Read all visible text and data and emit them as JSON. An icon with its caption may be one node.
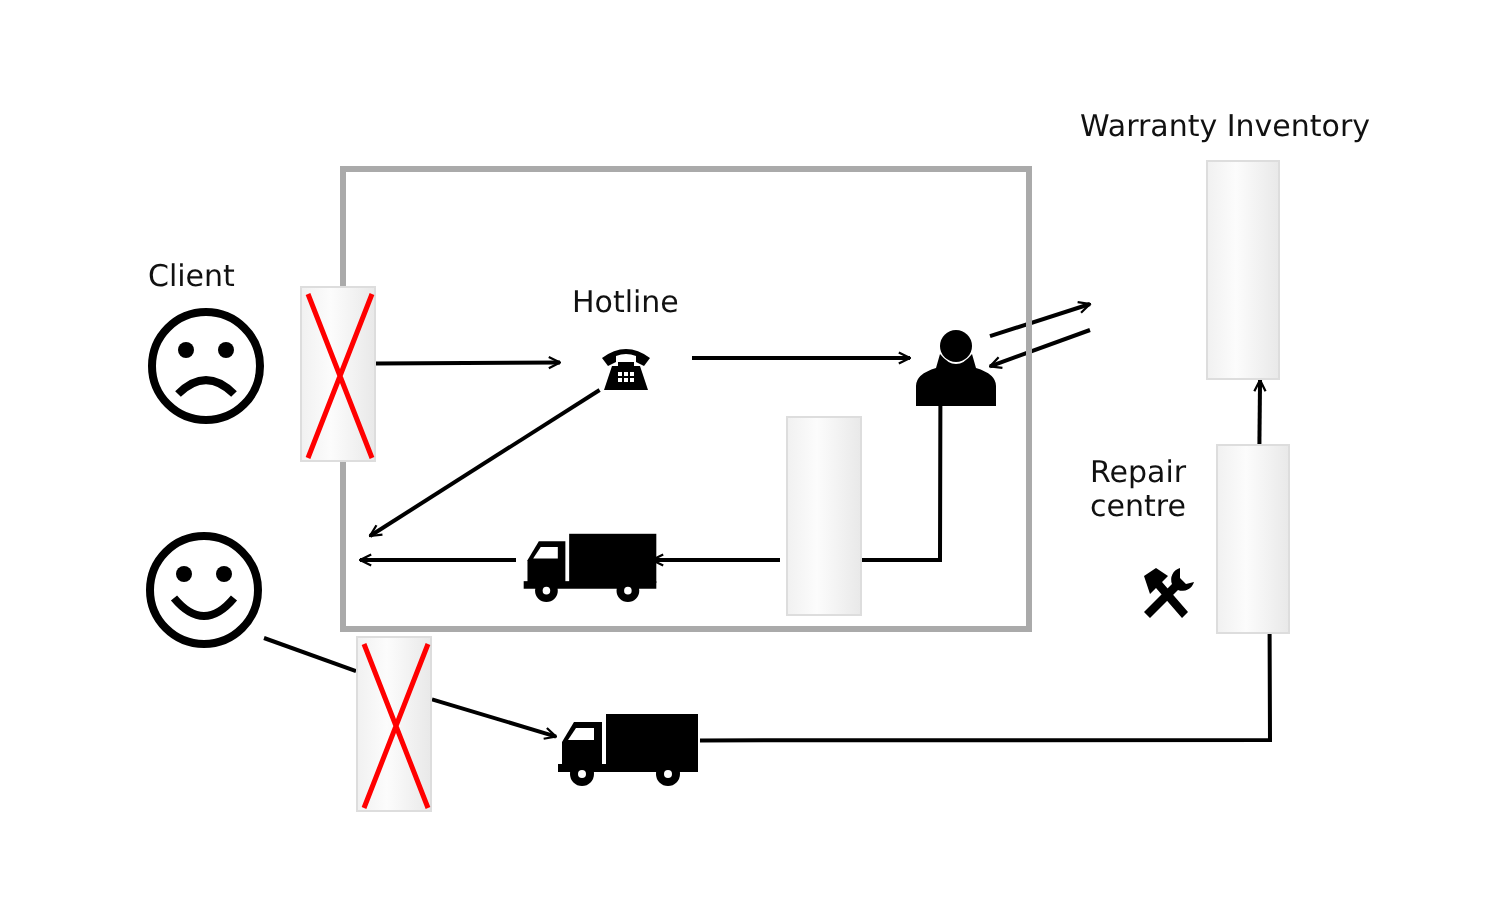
{
  "diagram": {
    "nodes": [
      {
        "text": [
          "Client"
        ]
      },
      {
        "text": [],
        "shape": "box"
      },
      {
        "text": [],
        "shape": "cabinet"
      },
      {
        "text": [
          "Hotline"
        ],
        "in": 1
      },
      {
        "text": [],
        "shape": "person",
        "in": 1
      },
      {
        "text": [
          "Warranty Inventory"
        ]
      },
      {
        "text": [],
        "shape": "cabinet",
        "in": 1
      },
      {
        "text": [],
        "shape": "truck",
        "in": 1
      },
      {
        "text": [],
        "shape": "circle"
      },
      {
        "text": [
          "Repair centre"
        ]
      },
      {
        "text": [],
        "shape": "cabinet"
      },
      {
        "text": [],
        "shape": "truck"
      }
    ],
    "edges": [
      {
        "from": 2,
        "to": 3,
        "arrow": "to"
      },
      {
        "from": 3,
        "to": 4,
        "arrow": "to"
      },
      {
        "from": 4,
        "to": null,
        "arrow": "to"
      },
      {
        "from": null,
        "to": 4,
        "arrow": "to"
      },
      {
        "from": 4,
        "to": 6,
        "arrow": "none"
      },
      {
        "from": 6,
        "to": 7,
        "arrow": "to"
      },
      {
        "from": 3,
        "to": null,
        "arrow": "to"
      },
      {
        "from": 7,
        "to": null,
        "arrow": "to"
      },
      {
        "from": 8,
        "to": 10,
        "arrow": "none"
      },
      {
        "from": 10,
        "to": 11,
        "arrow": "to"
      },
      {
        "from": 11,
        "to": 9,
        "arrow": "none"
      },
      {
        "from": 9,
        "to": 5,
        "arrow": "to"
      }
    ]
  }
}
